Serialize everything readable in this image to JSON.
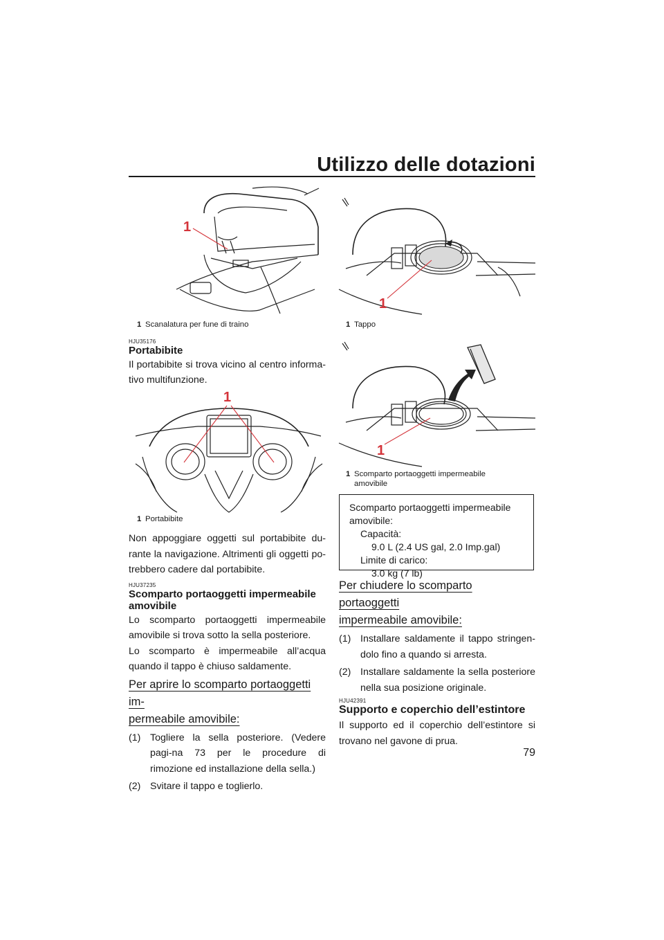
{
  "header": {
    "title": "Utilizzo delle dotazioni"
  },
  "page_number": "79",
  "figures": {
    "tow": {
      "callout": "1",
      "caption_num": "1",
      "caption": "Scanalatura per fune di traino"
    },
    "cupholder": {
      "callout": "1",
      "caption_num": "1",
      "caption": "Portabibite"
    },
    "cap": {
      "callout": "1",
      "caption_num": "1",
      "caption": "Tappo"
    },
    "compartment": {
      "callout": "1",
      "caption_num": "1",
      "caption_line1": "Scomparto portaoggetti impermeabile",
      "caption_line2": "amovibile"
    }
  },
  "left": {
    "code1": "HJU35176",
    "heading1": "Portabibite",
    "para1": "Il portabibite si trova vicino al centro informa-tivo multifunzione.",
    "para2": "Non appoggiare oggetti sul portabibite du-rante la navigazione. Altrimenti gli oggetti po-trebbero cadere dal portabibite.",
    "code2": "HJU37235",
    "heading2_line1": "Scomparto portaoggetti impermeabile",
    "heading2_line2": "amovibile",
    "para3": "Lo scomparto portaoggetti impermeabile amovibile si trova sotto la sella posteriore.",
    "para4": "Lo scomparto è impermeabile all’acqua quando il tappo è chiuso saldamente.",
    "subheading_line1": "Per aprire lo scomparto portaoggetti im-",
    "subheading_line2": "permeabile amovibile:",
    "steps": [
      {
        "num": "(1)",
        "text": "Togliere la sella posteriore. (Vedere pagi-na 73 per le procedure di rimozione ed installazione della sella.)"
      },
      {
        "num": "(2)",
        "text": "Svitare il tappo e toglierlo."
      }
    ]
  },
  "spec_box": {
    "line1": "Scomparto portaoggetti impermeabile",
    "line2": "amovibile:",
    "capacity_label": "Capacità:",
    "capacity_value": "9.0 L (2.4 US gal, 2.0 Imp.gal)",
    "load_label": "Limite di carico:",
    "load_value": "3.0 kg (7 lb)"
  },
  "right": {
    "subheading_line1": "Per chiudere lo scomparto portaoggetti",
    "subheading_line2": "impermeabile amovibile:",
    "steps": [
      {
        "num": "(1)",
        "text": "Installare saldamente il tappo stringen-dolo fino a quando si arresta."
      },
      {
        "num": "(2)",
        "text": "Installare saldamente la sella posteriore nella sua posizione originale."
      }
    ],
    "code": "HJU42391",
    "heading": "Supporto e coperchio dell’estintore",
    "para": "Il supporto ed il coperchio dell’estintore si trovano nel gavone di prua."
  }
}
